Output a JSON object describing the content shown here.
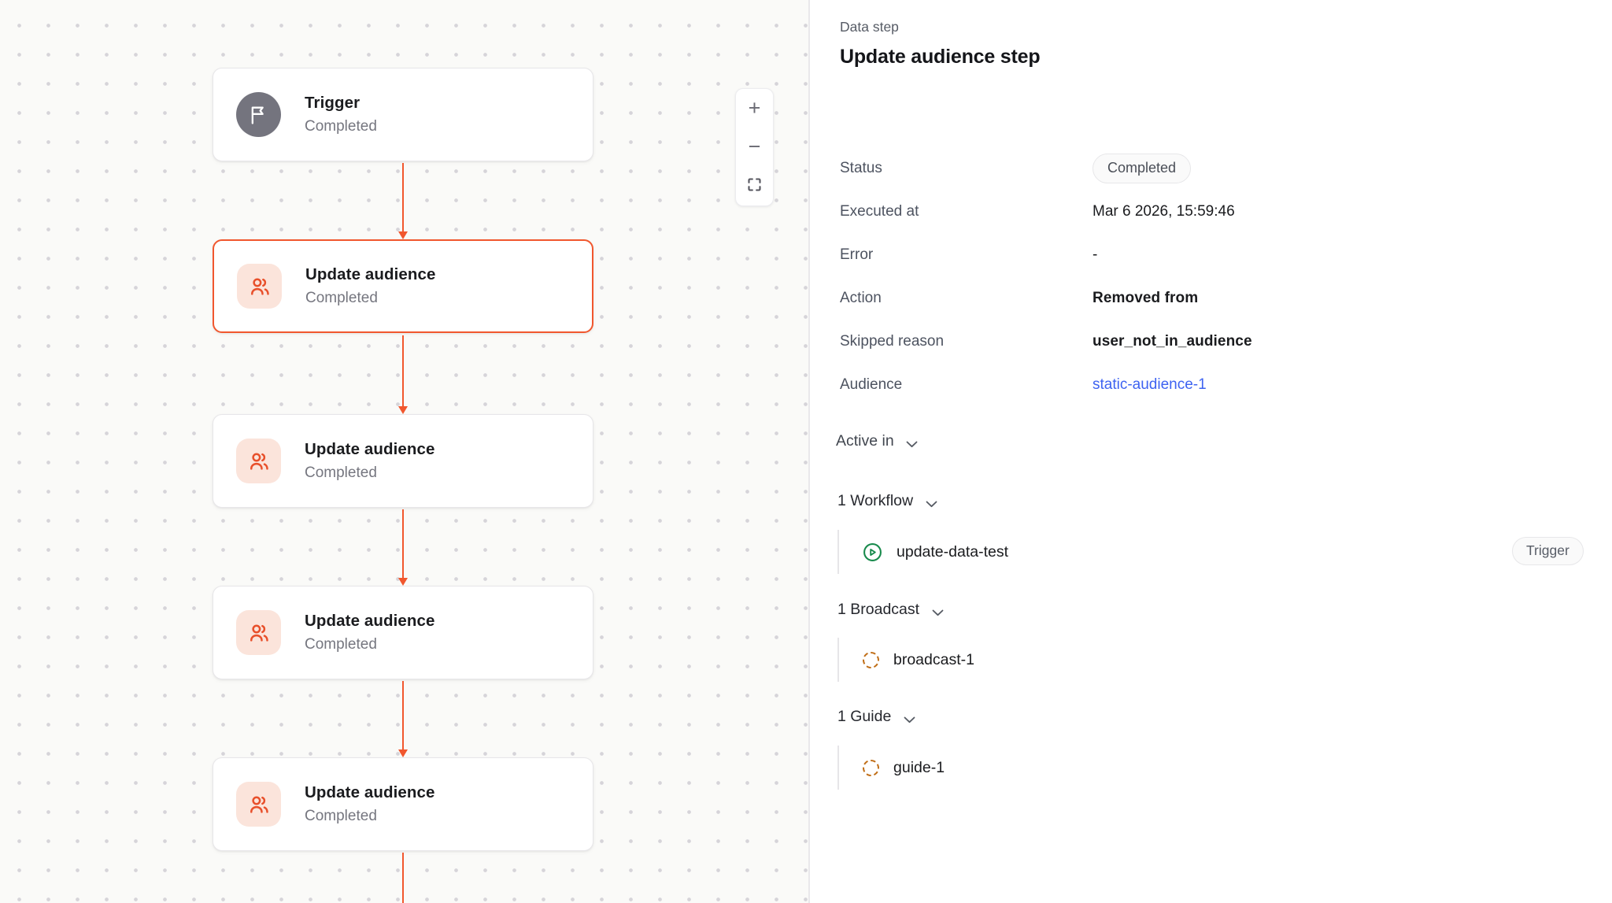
{
  "canvas": {
    "nodes": [
      {
        "title": "Trigger",
        "subtitle": "Completed",
        "icon": "flag-icon",
        "selected": false
      },
      {
        "title": "Update audience",
        "subtitle": "Completed",
        "icon": "users-icon",
        "selected": true
      },
      {
        "title": "Update audience",
        "subtitle": "Completed",
        "icon": "users-icon",
        "selected": false
      },
      {
        "title": "Update audience",
        "subtitle": "Completed",
        "icon": "users-icon",
        "selected": false
      },
      {
        "title": "Update audience",
        "subtitle": "Completed",
        "icon": "users-icon",
        "selected": false
      }
    ],
    "zoom_controls": {
      "zoom_in": "+",
      "zoom_out": "−",
      "fit_view": "fit-view-icon"
    }
  },
  "panel": {
    "eyebrow": "Data step",
    "title": "Update audience step",
    "rows": [
      {
        "label": "Status",
        "value": "Completed"
      },
      {
        "label": "Executed at",
        "value": "Mar 6 2026, 15:59:46"
      },
      {
        "label": "Error",
        "value": "-"
      },
      {
        "label": "Action",
        "value": "Removed from"
      },
      {
        "label": "Skipped reason",
        "value": "user_not_in_audience"
      },
      {
        "label": "Audience",
        "value": "static-audience-1"
      }
    ],
    "active_in_label": "Active in",
    "sections": [
      {
        "header": "1 Workflow",
        "item": "update-data-test",
        "item_badge": "Trigger"
      },
      {
        "header": "1 Broadcast",
        "item": "broadcast-1"
      },
      {
        "header": "1 Guide",
        "item": "guide-1"
      }
    ]
  },
  "colors": {
    "accent": "#F1572E",
    "link": "#3E63F1",
    "workflow_green": "#188A4C",
    "dashed_amber": "#C06E17",
    "canvas_bg": "#FAFAF8"
  }
}
